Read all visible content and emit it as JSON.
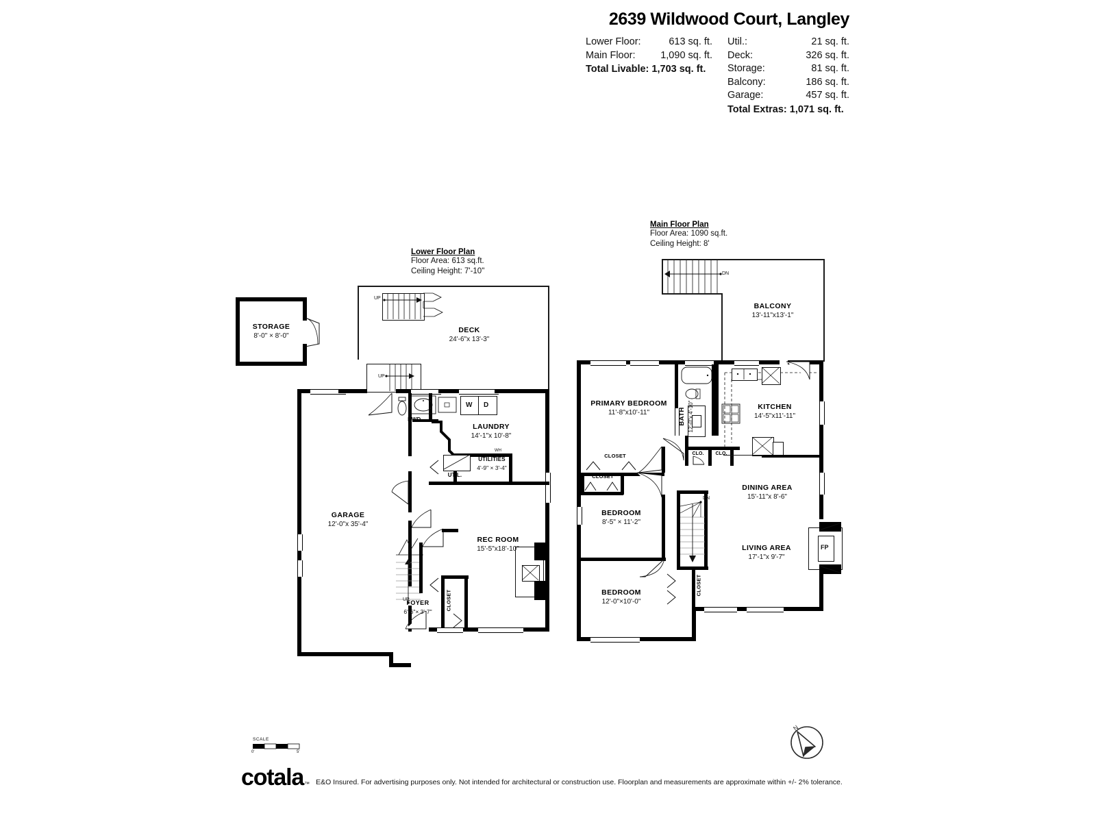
{
  "header": {
    "title": "2639 Wildwood Court, Langley",
    "left_rows": [
      {
        "label": "Lower Floor:",
        "value": "613 sq. ft."
      },
      {
        "label": "Main Floor:",
        "value": "1,090 sq. ft."
      }
    ],
    "left_total": "Total Livable: 1,703 sq. ft.",
    "right_rows": [
      {
        "label": "Util.:",
        "value": "21 sq. ft."
      },
      {
        "label": "Deck:",
        "value": "326 sq. ft."
      },
      {
        "label": "Storage:",
        "value": "81 sq. ft."
      },
      {
        "label": "Balcony:",
        "value": "186 sq. ft."
      },
      {
        "label": "Garage:",
        "value": "457 sq. ft."
      }
    ],
    "right_total": "Total Extras: 1,071 sq. ft."
  },
  "lower_floor": {
    "title": "Lower Floor Plan",
    "area_line": "Floor Area: 613 sq.ft.",
    "ceiling_line": "Ceiling Height: 7'-10\"",
    "rooms": {
      "storage": {
        "name": "STORAGE",
        "dim": "8'-0\" × 8'-0\""
      },
      "deck": {
        "name": "DECK",
        "dim": "24'-6\"x 13'-3\""
      },
      "garage": {
        "name": "GARAGE",
        "dim": "12'-0\"x 35'-4\""
      },
      "laundry": {
        "name": "LAUNDRY",
        "dim": "14'-1\"x 10'-8\""
      },
      "utilities": {
        "name": "UTILITIES",
        "dim": "4'-9\" ×  3'-4\""
      },
      "rec_room": {
        "name": "REC ROOM",
        "dim": "15'-5\"x18'-10\""
      },
      "foyer": {
        "name": "FOYER",
        "dim": "6'-6\"× 3'-7\""
      },
      "powder": {
        "name": "PWD."
      },
      "util_tag": {
        "name": "UTIL."
      },
      "closet": {
        "name": "CLOSET"
      }
    },
    "marks": {
      "washer": "W",
      "dryer": "D",
      "up_stair_deck": "UP",
      "up_stair_mid": "UP",
      "up_stair_foyer": "UP",
      "water_heater": "WH"
    }
  },
  "main_floor": {
    "title": "Main Floor Plan",
    "area_line": "Floor Area: 1090 sq.ft.",
    "ceiling_line": "Ceiling Height: 8'",
    "rooms": {
      "balcony": {
        "name": "BALCONY",
        "dim": "13'-11\"x13'-1\""
      },
      "primary_bedroom": {
        "name": "PRIMARY BEDROOM",
        "dim": "11'-8\"x10'-11\""
      },
      "bath": {
        "name": "BATH",
        "dim": "12'-0\"x 4'-10\""
      },
      "kitchen": {
        "name": "KITCHEN",
        "dim": "14'-5\"x11'-11\""
      },
      "dining_area": {
        "name": "DINING AREA",
        "dim": "15'-11\"x  8'-6\""
      },
      "living_area": {
        "name": "LIVING AREA",
        "dim": "17'-1\"x  9'-7\""
      },
      "bedroom_2": {
        "name": "BEDROOM",
        "dim": "8'-5\"  × 11'-2\""
      },
      "bedroom_3": {
        "name": "BEDROOM",
        "dim": "12'-0\"×10'-0\""
      },
      "closet_primary": {
        "name": "CLOSET"
      },
      "closet_hall": {
        "name": "CLOSET"
      },
      "closet_stair": {
        "name": "CLOSET"
      },
      "clo_a": {
        "name": "CLO."
      },
      "clo_b": {
        "name": "CLO."
      }
    },
    "marks": {
      "dn_stair_balcony": "DN",
      "dn_stair_interior": "DN",
      "fireplace": "FP"
    }
  },
  "footer": {
    "scale_word": "SCALE",
    "scale_min": "0'",
    "scale_max": "5'",
    "logo": "cotala",
    "logo_tm": "™",
    "disclaimer": "E&O Insured. For advertising purposes only. Not intended for architectural or construction use. Floorplan and measurements are approximate within +/- 2% tolerance.",
    "compass_n": "N"
  },
  "colors": {
    "wall": "#000000",
    "text": "#111111",
    "background": "#ffffff"
  }
}
